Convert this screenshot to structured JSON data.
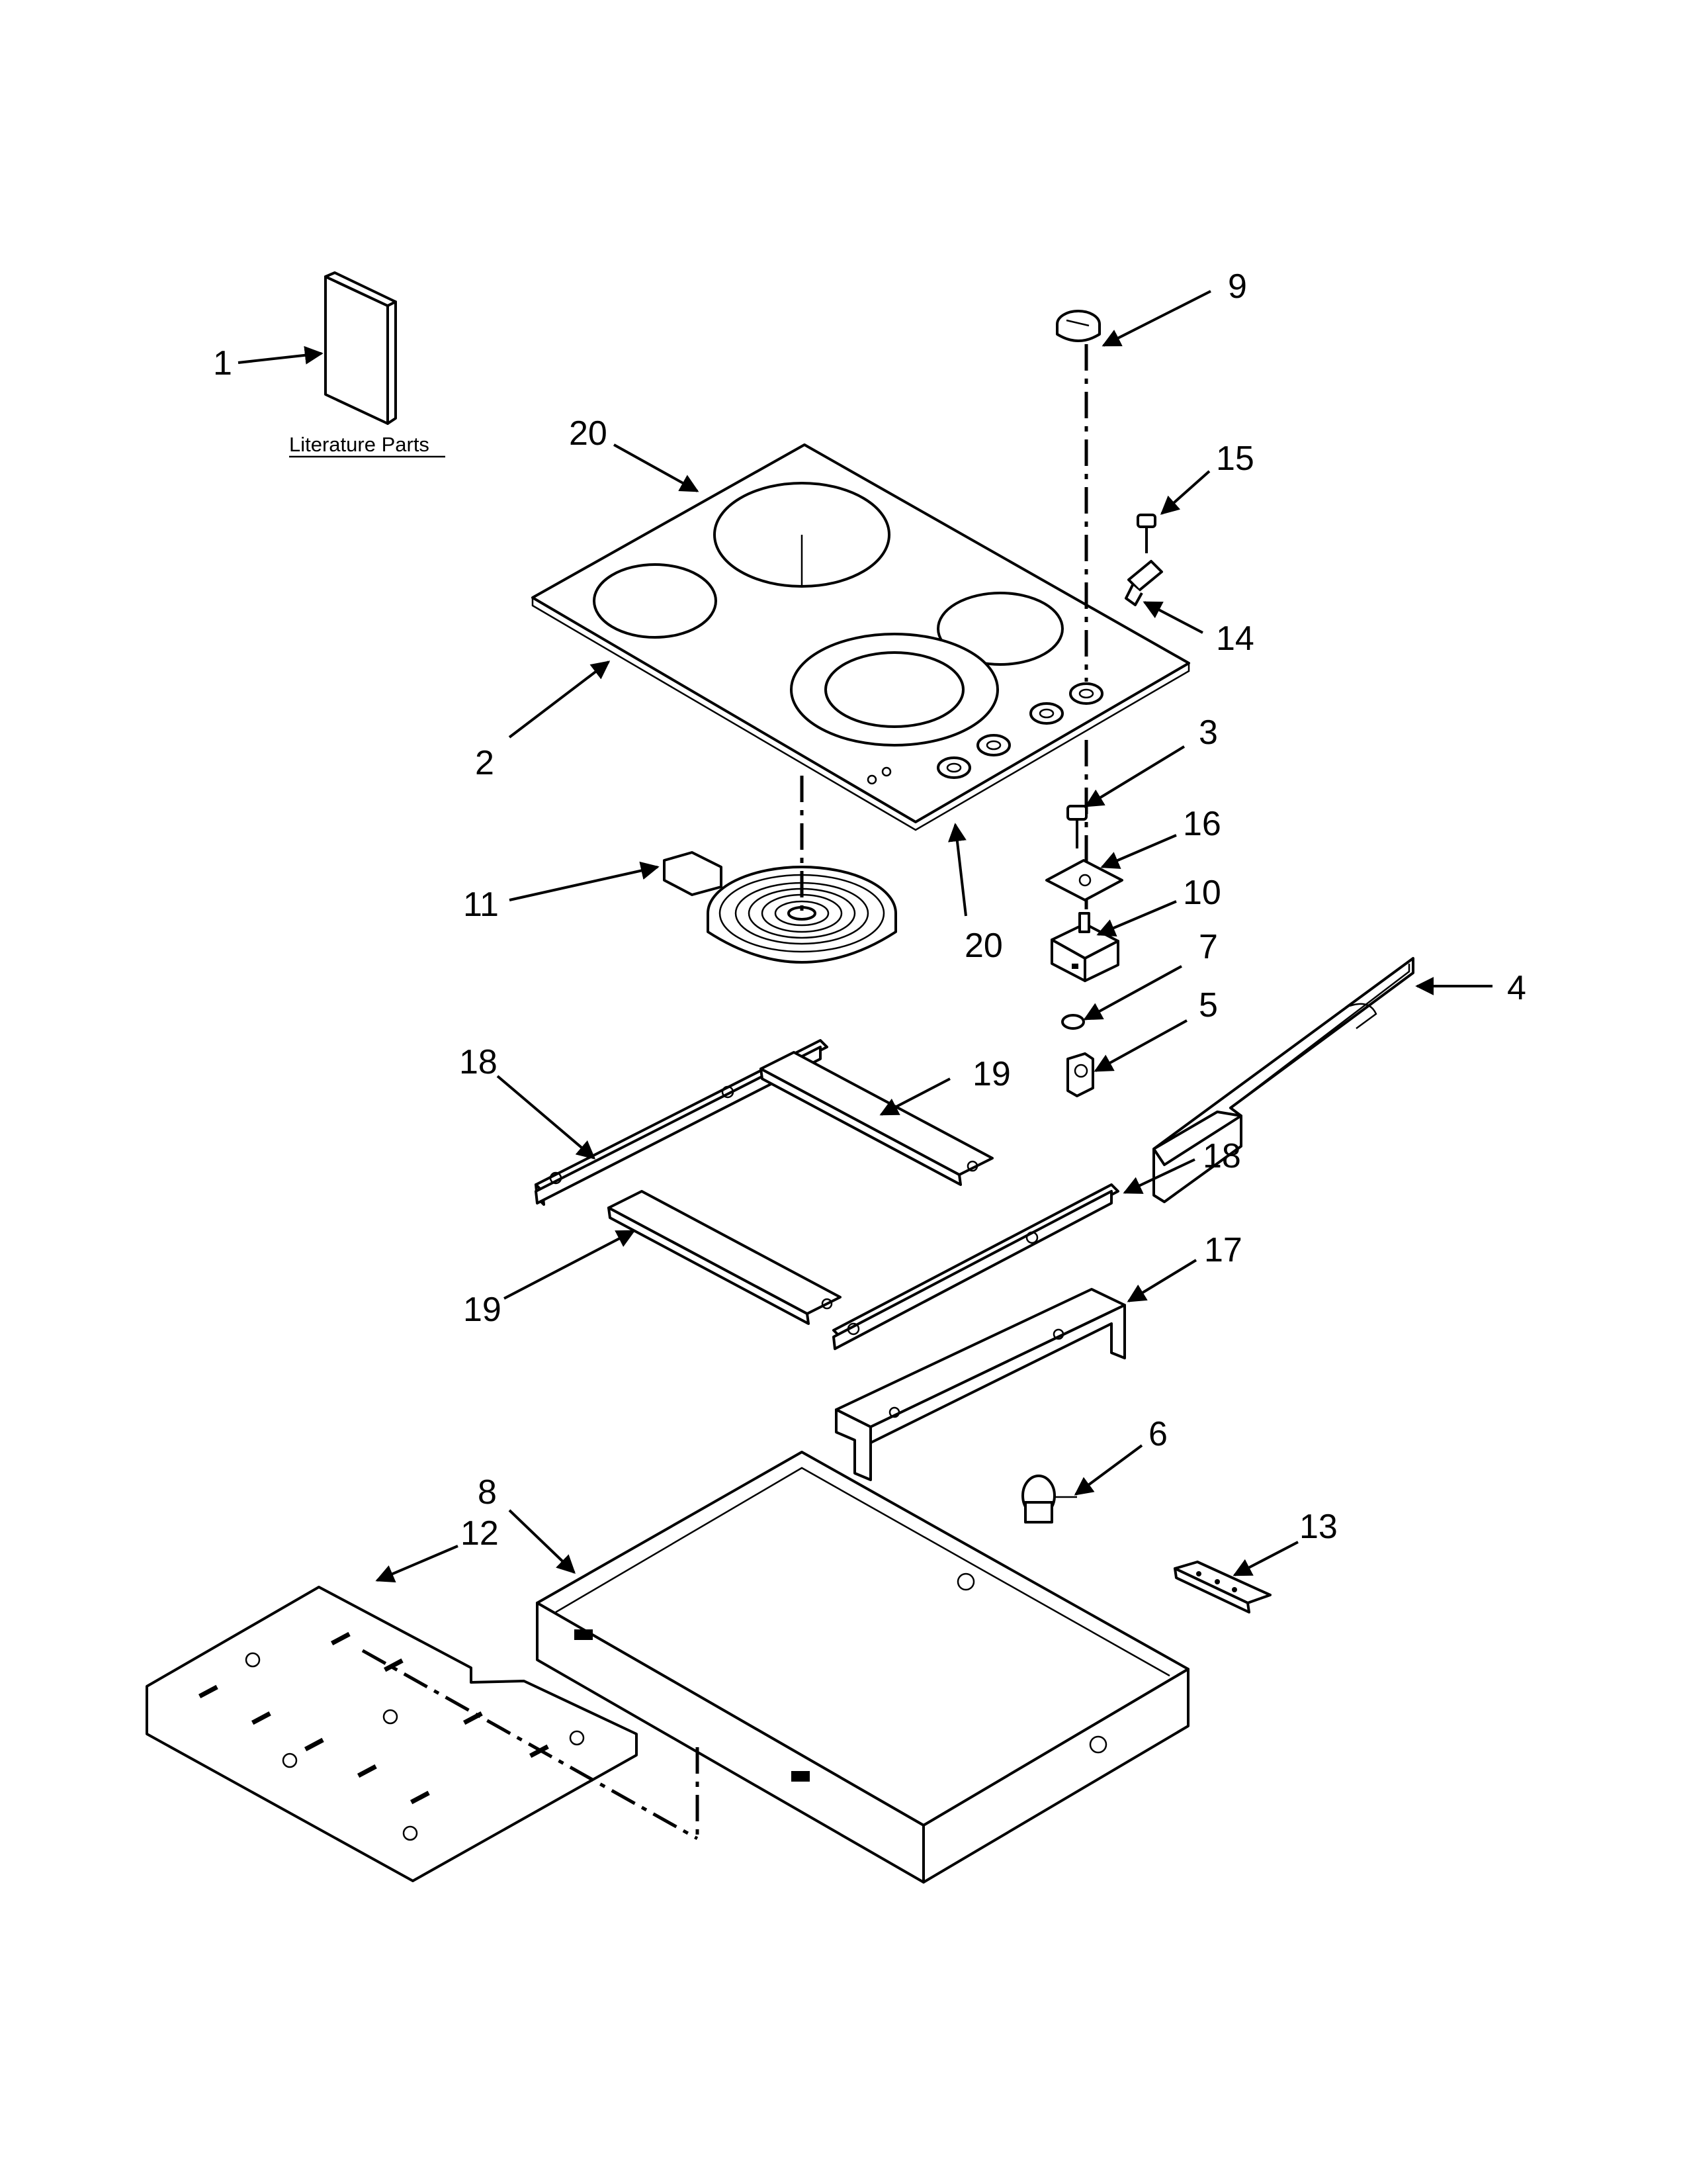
{
  "literature_label": "Literature Parts",
  "callouts": [
    {
      "id": "c1",
      "label": "1"
    },
    {
      "id": "c2",
      "label": "2"
    },
    {
      "id": "c3",
      "label": "3"
    },
    {
      "id": "c4",
      "label": "4"
    },
    {
      "id": "c5",
      "label": "5"
    },
    {
      "id": "c6",
      "label": "6"
    },
    {
      "id": "c7",
      "label": "7"
    },
    {
      "id": "c8",
      "label": "8"
    },
    {
      "id": "c9",
      "label": "9"
    },
    {
      "id": "c10",
      "label": "10"
    },
    {
      "id": "c11",
      "label": "11"
    },
    {
      "id": "c12",
      "label": "12"
    },
    {
      "id": "c13",
      "label": "13"
    },
    {
      "id": "c14",
      "label": "14"
    },
    {
      "id": "c15",
      "label": "15"
    },
    {
      "id": "c16",
      "label": "16"
    },
    {
      "id": "c17",
      "label": "17"
    },
    {
      "id": "c18a",
      "label": "18"
    },
    {
      "id": "c18b",
      "label": "18"
    },
    {
      "id": "c19a",
      "label": "19"
    },
    {
      "id": "c19b",
      "label": "19"
    },
    {
      "id": "c20a",
      "label": "20"
    },
    {
      "id": "c20b",
      "label": "20"
    }
  ]
}
